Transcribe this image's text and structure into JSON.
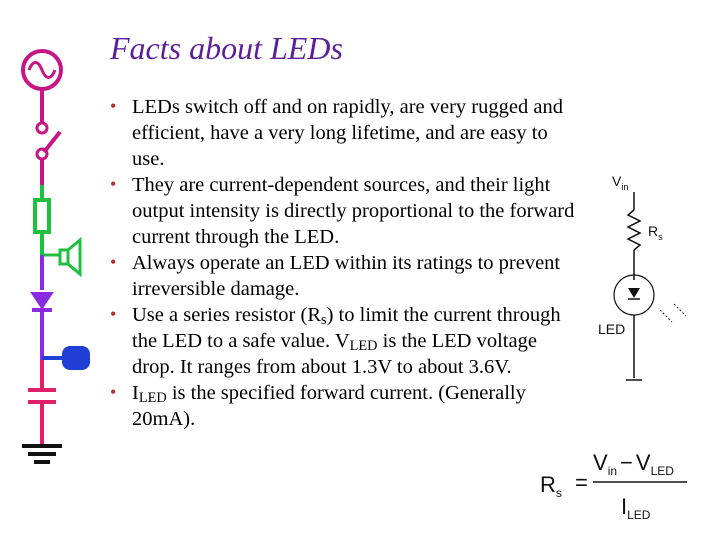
{
  "title": "Facts about LEDs",
  "bullets": [
    {
      "parts": [
        {
          "t": "LEDs switch off and on rapidly, are very rugged and efficient, have a very long lifetime, and are easy to use."
        }
      ]
    },
    {
      "parts": [
        {
          "t": "They are current-dependent sources, and their light output intensity is directly proportional to the forward current through the LED."
        }
      ]
    },
    {
      "parts": [
        {
          "t": "Always operate an LED within its ratings to prevent irreversible damage."
        }
      ]
    },
    {
      "parts": [
        {
          "t": "Use a series resistor (R"
        },
        {
          "sub": "s"
        },
        {
          "t": ") to limit the current through the LED to a safe value.  V"
        },
        {
          "sub": "LED"
        },
        {
          "t": " is the LED voltage drop.  It ranges from about 1.3V to about 3.6V."
        }
      ]
    },
    {
      "parts": [
        {
          "t": "I"
        },
        {
          "sub": "LED"
        },
        {
          "t": " is the specified forward current. (Generally 20mA)."
        }
      ]
    }
  ],
  "bullet_symbol": "•",
  "diagram": {
    "vin_label": "V",
    "vin_sub": "in",
    "rs_label": "R",
    "rs_sub": "s",
    "led_label": "LED"
  },
  "formula": {
    "lhs": "R",
    "lhs_sub": "s",
    "equals": "=",
    "num_v1": "V",
    "num_v1_sub": "in",
    "minus": "−",
    "num_v2": "V",
    "num_v2_sub": "LED",
    "den": "I",
    "den_sub": "LED"
  },
  "colors": {
    "title": "#5b1f9a",
    "bullet": "#b03030",
    "strip_top": "#c71585",
    "strip_green": "#1fbf3f",
    "strip_violet": "#8a2be2",
    "strip_blue": "#1f3fd6",
    "strip_red": "#e0206a"
  }
}
